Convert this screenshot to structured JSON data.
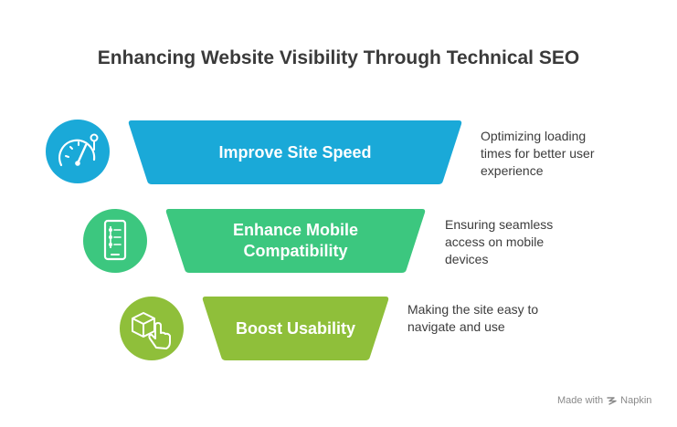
{
  "title": "Enhancing Website Visibility Through Technical SEO",
  "steps": [
    {
      "label_lines": [
        "Improve Site Speed"
      ],
      "desc_lines": [
        "Optimizing loading",
        "times for better user",
        "experience"
      ],
      "icon": "speedometer-icon",
      "color": "#1aa9d8"
    },
    {
      "label_lines": [
        "Enhance Mobile",
        "Compatibility"
      ],
      "desc_lines": [
        "Ensuring seamless",
        "access on mobile",
        "devices"
      ],
      "icon": "mobile-phone-icon",
      "color": "#3cc77f"
    },
    {
      "label_lines": [
        "Boost Usability"
      ],
      "desc_lines": [
        "Making the site easy to",
        "navigate and use"
      ],
      "icon": "pointer-cube-icon",
      "color": "#8fbf3a"
    }
  ],
  "footer": {
    "prefix": "Made with",
    "brand": "Napkin"
  }
}
